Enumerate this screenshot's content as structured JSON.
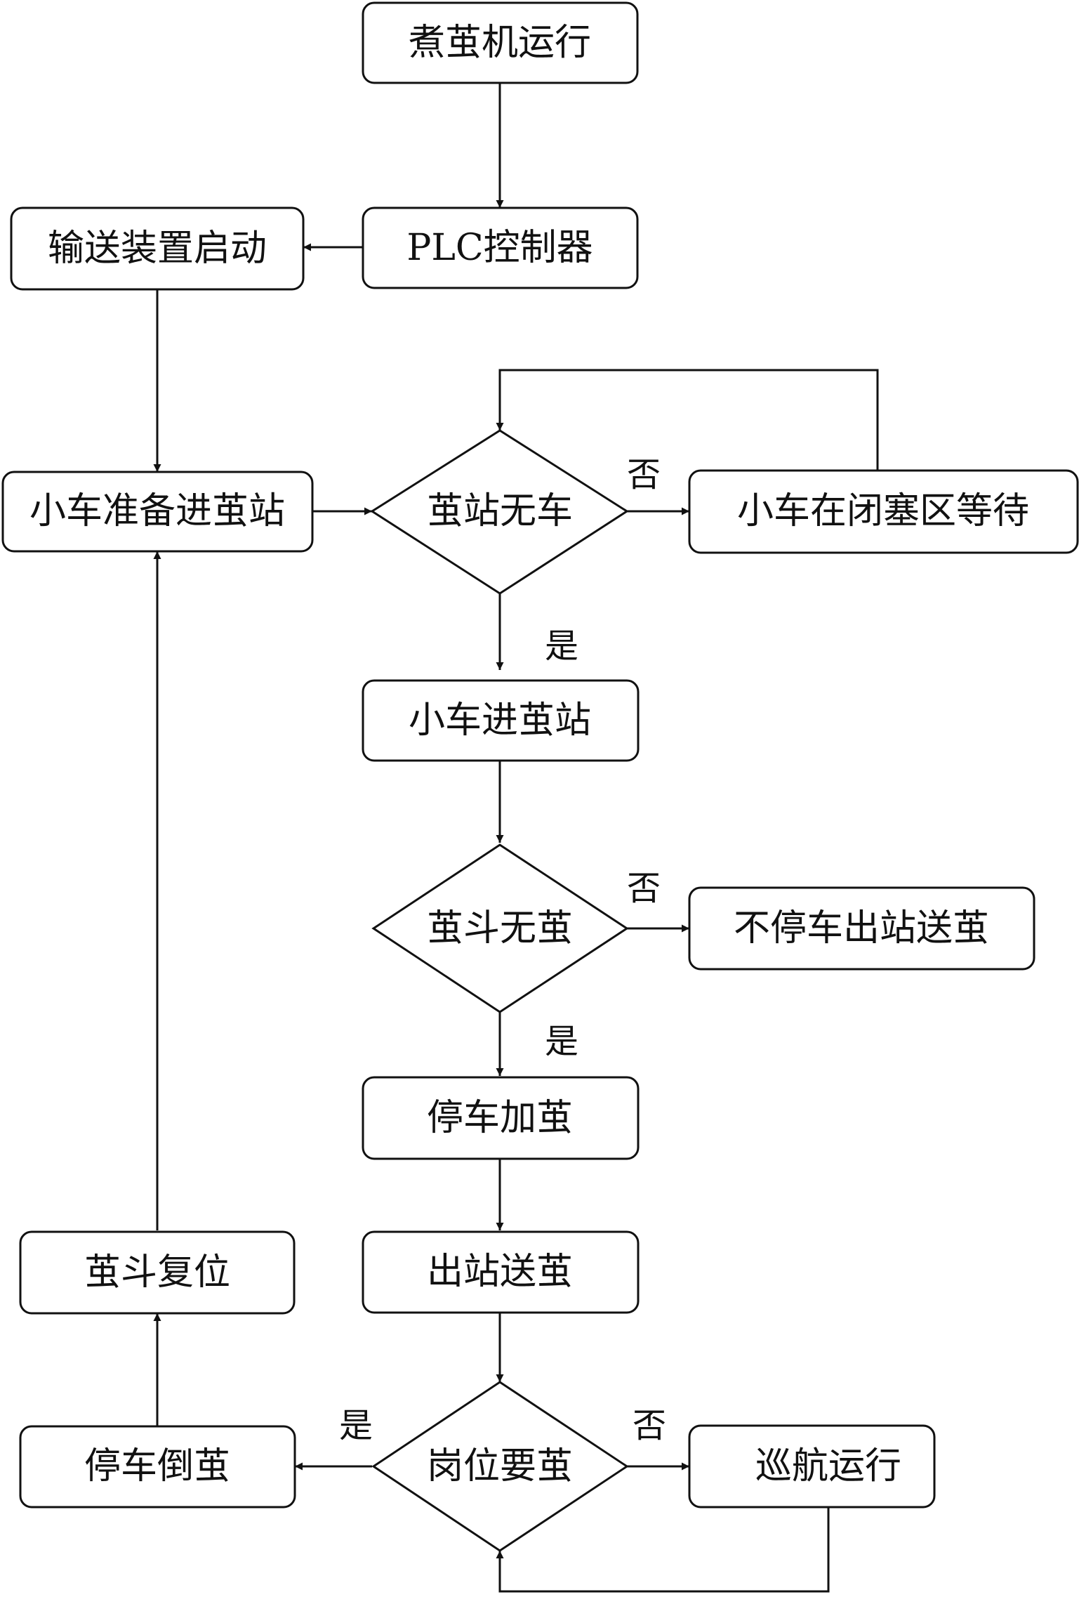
{
  "nodes": {
    "cooker_run": "煮茧机运行",
    "plc": "PLC控制器",
    "conveyor_start": "输送装置启动",
    "cart_ready": "小车准备进茧站",
    "station_empty": "茧站无车",
    "wait_block": "小车在闭塞区等待",
    "cart_enter": "小车进茧站",
    "bucket_empty": "茧斗无茧",
    "no_stop_out": "不停车出站送茧",
    "stop_add": "停车加茧",
    "out_send": "出站送茧",
    "post_need": "岗位要茧",
    "cruise": "巡航运行",
    "stop_dump": "停车倒茧",
    "bucket_reset": "茧斗复位"
  },
  "labels": {
    "no_1": "否",
    "yes_1": "是",
    "no_2": "否",
    "yes_2": "是",
    "yes_3": "是",
    "no_3": "否"
  }
}
